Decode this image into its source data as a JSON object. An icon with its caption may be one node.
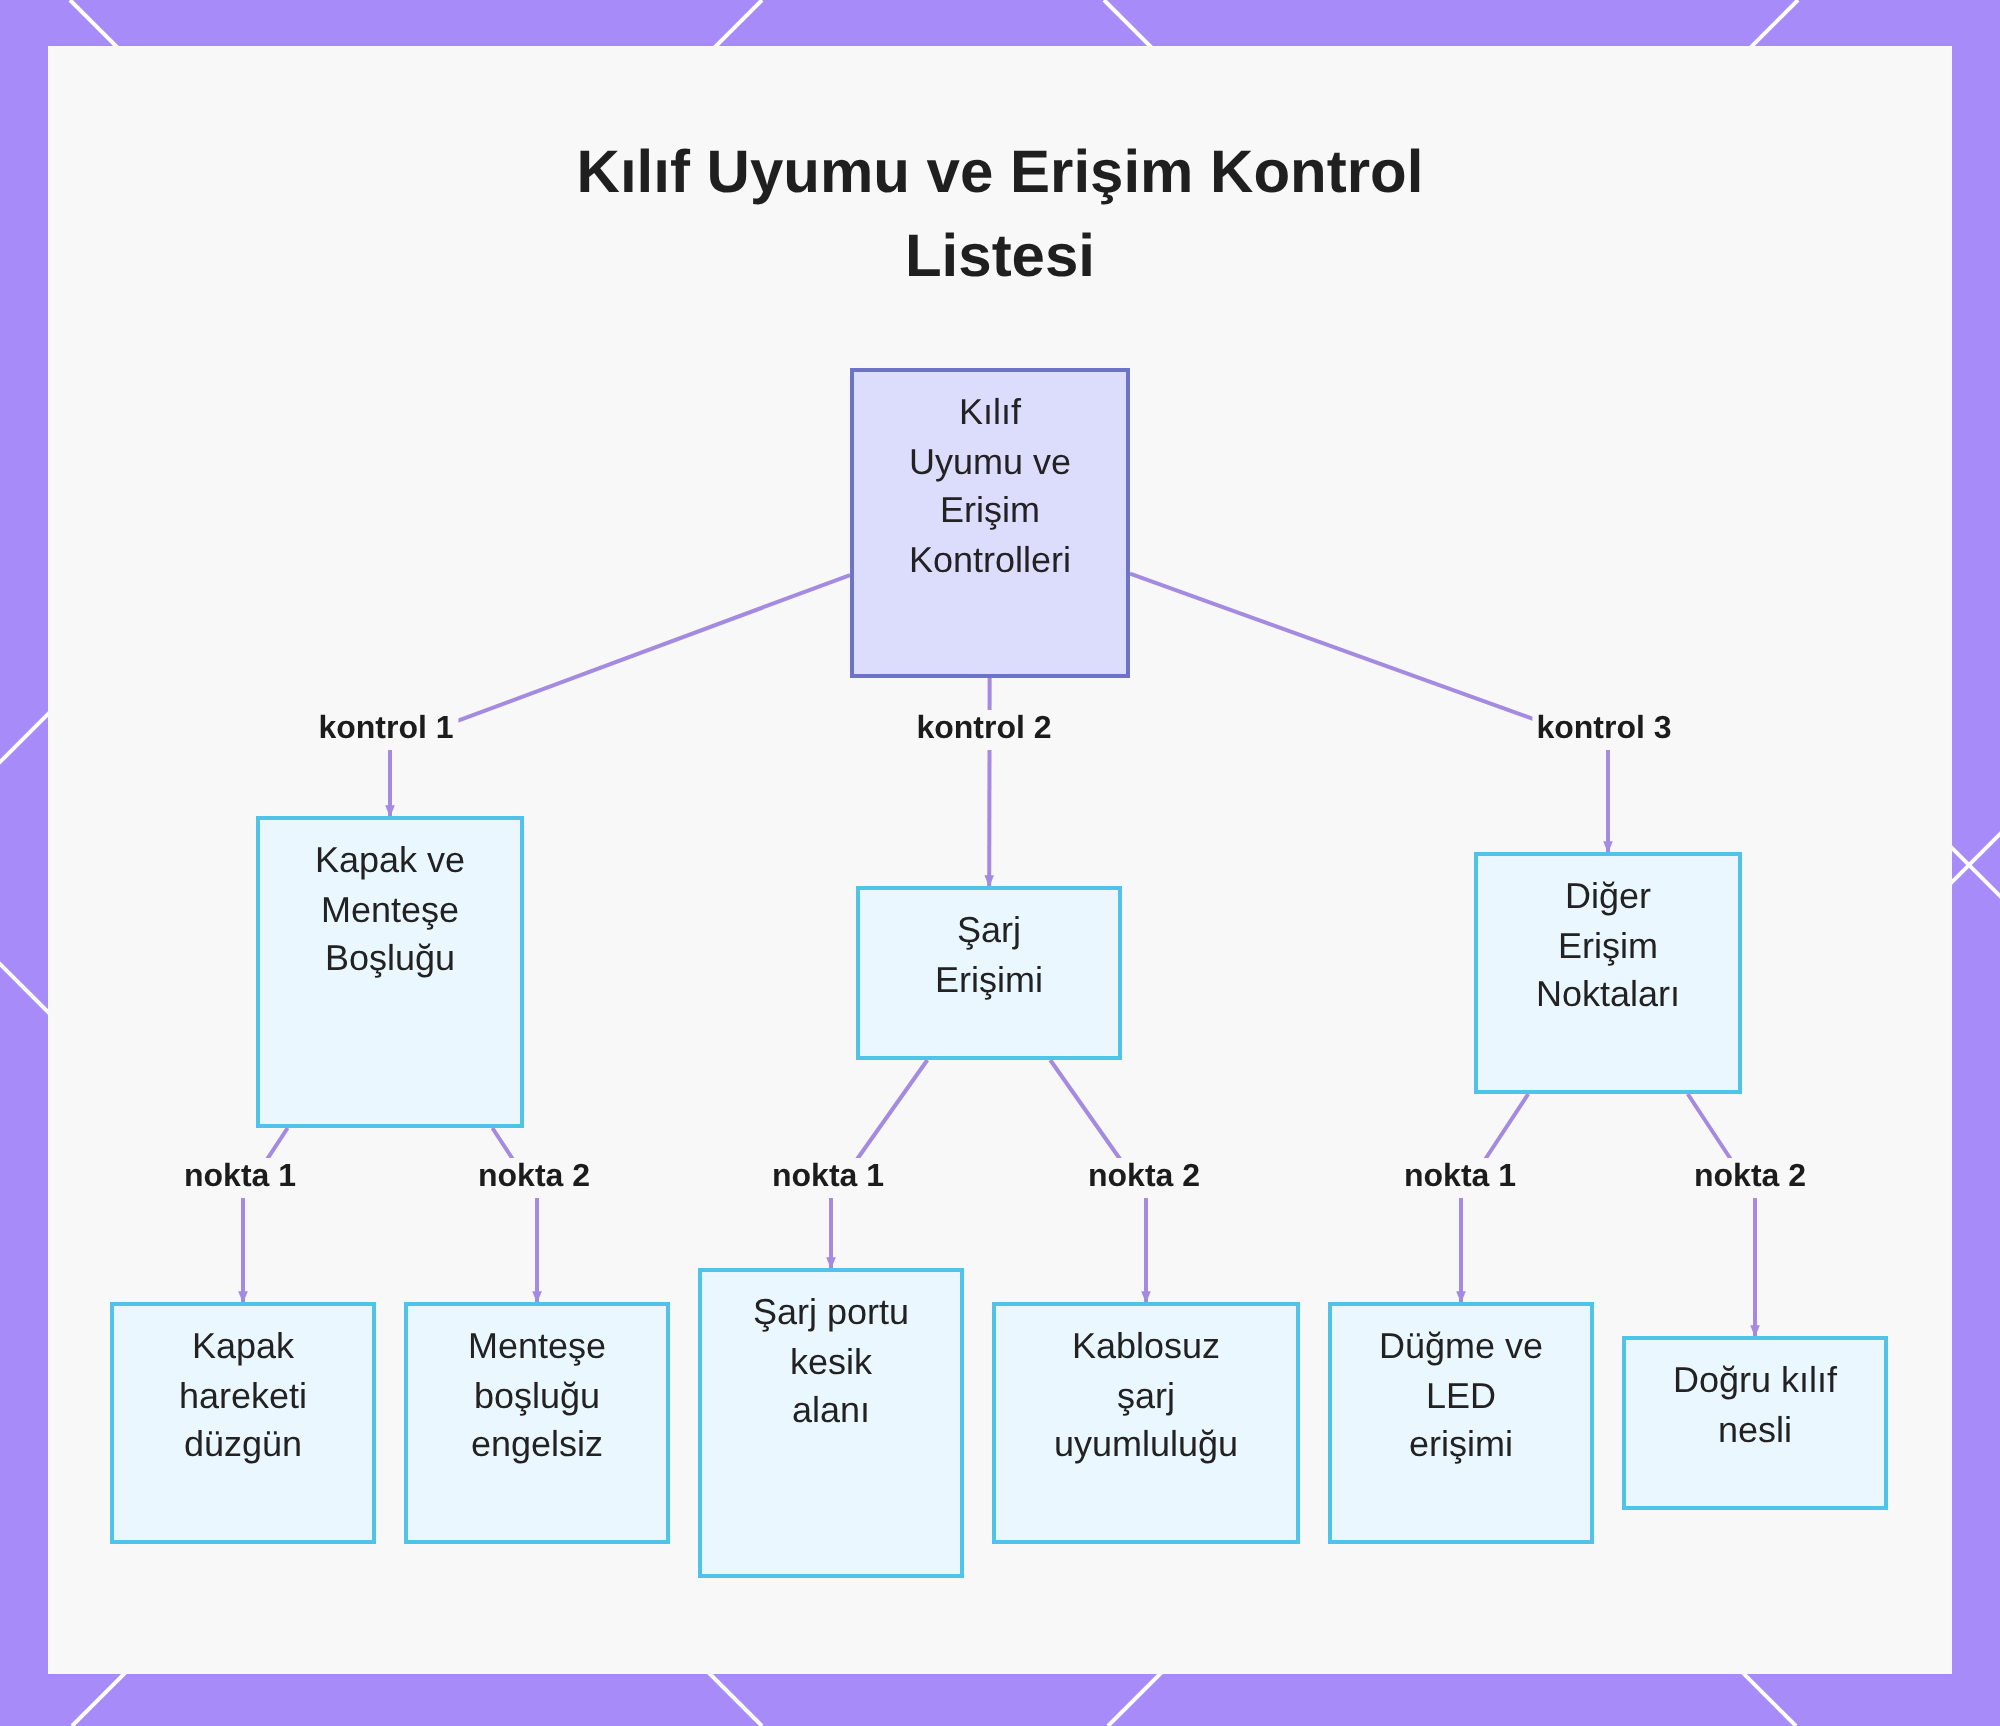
{
  "diagram": {
    "title": "Kılıf Uyumu ve Erişim Kontrol Listesi",
    "nodes": [
      {
        "text": [
          "Kılıf Uyumu ve Erişim Kontrolleri"
        ]
      },
      {
        "text": [
          "Kapak ve Menteşe Boşluğu"
        ]
      },
      {
        "text": [
          "Şarj Erişimi"
        ]
      },
      {
        "text": [
          "Diğer Erişim Noktaları"
        ]
      },
      {
        "text": [
          "Kapak hareketi düzgün"
        ]
      },
      {
        "text": [
          "Menteşe boşluğu engelsiz"
        ]
      },
      {
        "text": [
          "Şarj portu kesik alanı"
        ]
      },
      {
        "text": [
          "Kablosuz şarj uyumluluğu"
        ]
      },
      {
        "text": [
          "Düğme ve LED erişimi"
        ]
      },
      {
        "text": [
          "Doğru kılıf nesli"
        ]
      }
    ],
    "edges": [
      {
        "from": 0,
        "to": 1,
        "arrow": "to",
        "label": "kontrol 1"
      },
      {
        "from": 0,
        "to": 2,
        "arrow": "to",
        "label": "kontrol 2"
      },
      {
        "from": 0,
        "to": 3,
        "arrow": "to",
        "label": "kontrol 3"
      },
      {
        "from": 1,
        "to": 4,
        "arrow": "to",
        "label": "nokta 1"
      },
      {
        "from": 1,
        "to": 5,
        "arrow": "to",
        "label": "nokta 2"
      },
      {
        "from": 2,
        "to": 6,
        "arrow": "to",
        "label": "nokta 1"
      },
      {
        "from": 2,
        "to": 7,
        "arrow": "to",
        "label": "nokta 2"
      },
      {
        "from": 3,
        "to": 8,
        "arrow": "to",
        "label": "nokta 1"
      },
      {
        "from": 3,
        "to": 9,
        "arrow": "to",
        "label": "nokta 2"
      }
    ]
  }
}
